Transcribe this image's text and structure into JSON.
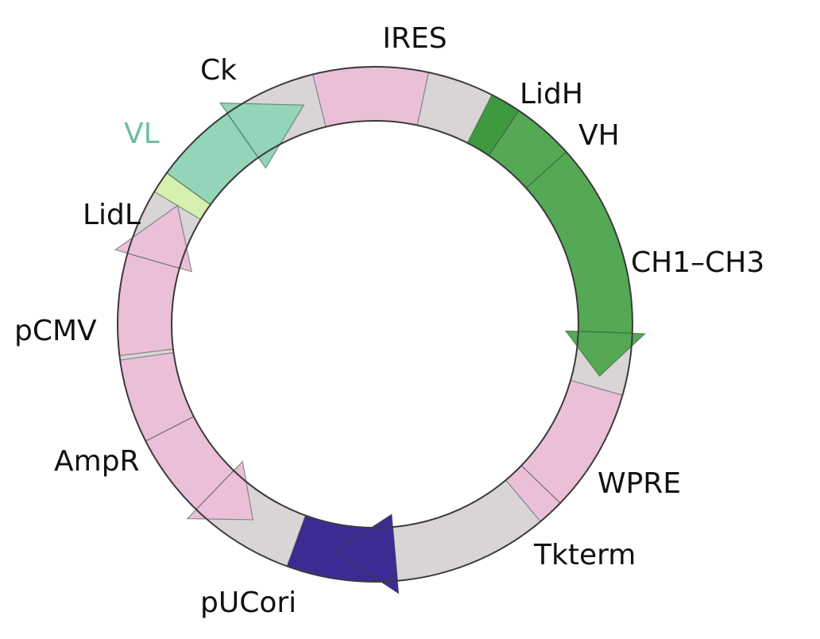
{
  "diagram": {
    "type": "plasmid-map",
    "backbone_color": "#d9d4d6",
    "outline_color": "#3a3a3a",
    "features": [
      {
        "id": "ires",
        "label": "IRES",
        "color": "#ecbfd9",
        "shape": "block"
      },
      {
        "id": "lidh",
        "label": "LidH",
        "color": "#3f9a3f",
        "shape": "block"
      },
      {
        "id": "vh",
        "label": "VH",
        "color": "#55a955",
        "shape": "block"
      },
      {
        "id": "ch1ch3",
        "label": "CH1–CH3",
        "color": "#55a955",
        "shape": "arrow"
      },
      {
        "id": "wpre",
        "label": "WPRE",
        "color": "#ecbfd9",
        "shape": "block"
      },
      {
        "id": "tkterm",
        "label": "Tkterm",
        "color": "#ecbfd9",
        "shape": "block"
      },
      {
        "id": "pucori",
        "label": "pUCori",
        "color": "#3d2a93",
        "shape": "arrow"
      },
      {
        "id": "ampr",
        "label": "AmpR",
        "color": "#ecbfd9",
        "shape": "arrow"
      },
      {
        "id": "pcmv",
        "label": "pCMV",
        "color": "#ecbfd9",
        "shape": "arrow"
      },
      {
        "id": "lidl",
        "label": "LidL",
        "color": "#d6f0b0",
        "shape": "block"
      },
      {
        "id": "vl",
        "label": "VL",
        "color": "#94d4b8",
        "shape": "block",
        "label_color": "#6fbfa0"
      },
      {
        "id": "ck",
        "label": "Ck",
        "color": "#94d4b8",
        "shape": "arrow"
      }
    ]
  }
}
